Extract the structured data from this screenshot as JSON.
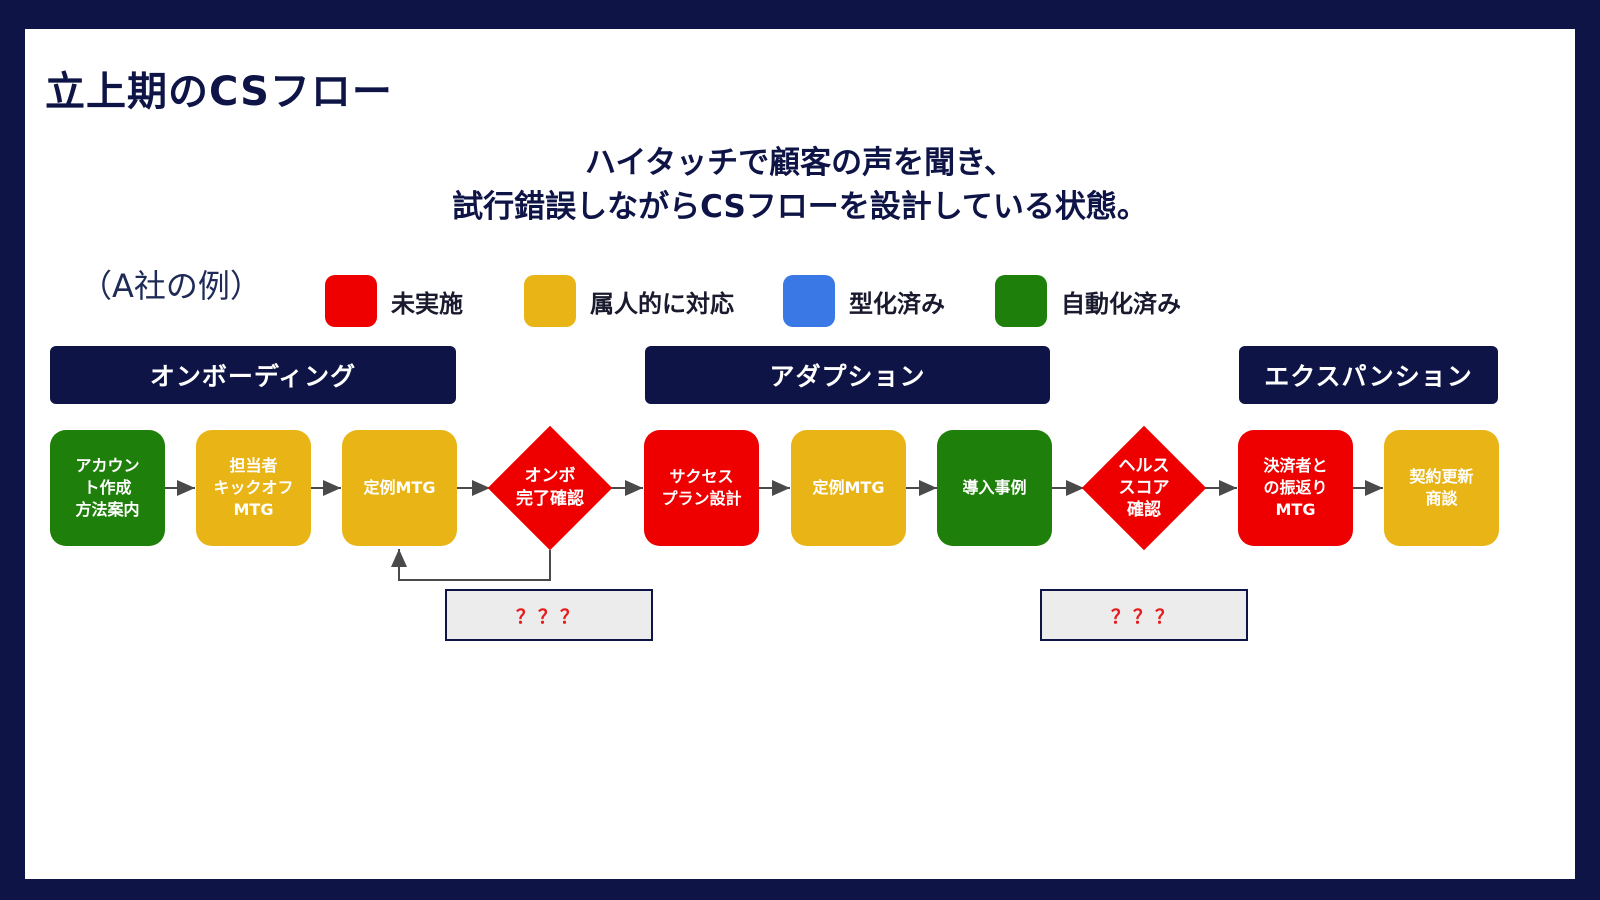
{
  "title": "立上期のCSフロー",
  "subtitle": [
    "ハイタッチで顧客の声を聞き、",
    "試行錯誤しながらCSフローを設計している状態。"
  ],
  "example_label": "（A社の例）",
  "colors": {
    "not_done": "#ee0000",
    "individual": "#e8b416",
    "standardized": "#3a78e6",
    "automated": "#1e7f0a",
    "navy": "#0e1446"
  },
  "legend": [
    {
      "label": "未実施",
      "color": "#ee0000"
    },
    {
      "label": "属人的に対応",
      "color": "#e8b416"
    },
    {
      "label": "型化済み",
      "color": "#3a78e6"
    },
    {
      "label": "自動化済み",
      "color": "#1e7f0a"
    }
  ],
  "phases": [
    "オンボーディング",
    "アダプション",
    "エクスパンション"
  ],
  "steps": [
    {
      "label": "アカウン\nト作成\n方法案内",
      "status": "automated"
    },
    {
      "label": "担当者\nキックオフ\nMTG",
      "status": "individual"
    },
    {
      "label": "定例MTG",
      "status": "individual"
    },
    {
      "label": "オンボ\n完了確認",
      "status": "not_done",
      "shape": "diamond"
    },
    {
      "label": "サクセス\nプラン設計",
      "status": "not_done"
    },
    {
      "label": "定例MTG",
      "status": "individual"
    },
    {
      "label": "導入事例",
      "status": "automated"
    },
    {
      "label": "ヘルス\nスコア\n確認",
      "status": "not_done",
      "shape": "diamond"
    },
    {
      "label": "決済者と\nの振返り\nMTG",
      "status": "not_done"
    },
    {
      "label": "契約更新\n商談",
      "status": "individual"
    }
  ],
  "question_boxes": [
    "？？？",
    "？？？"
  ]
}
